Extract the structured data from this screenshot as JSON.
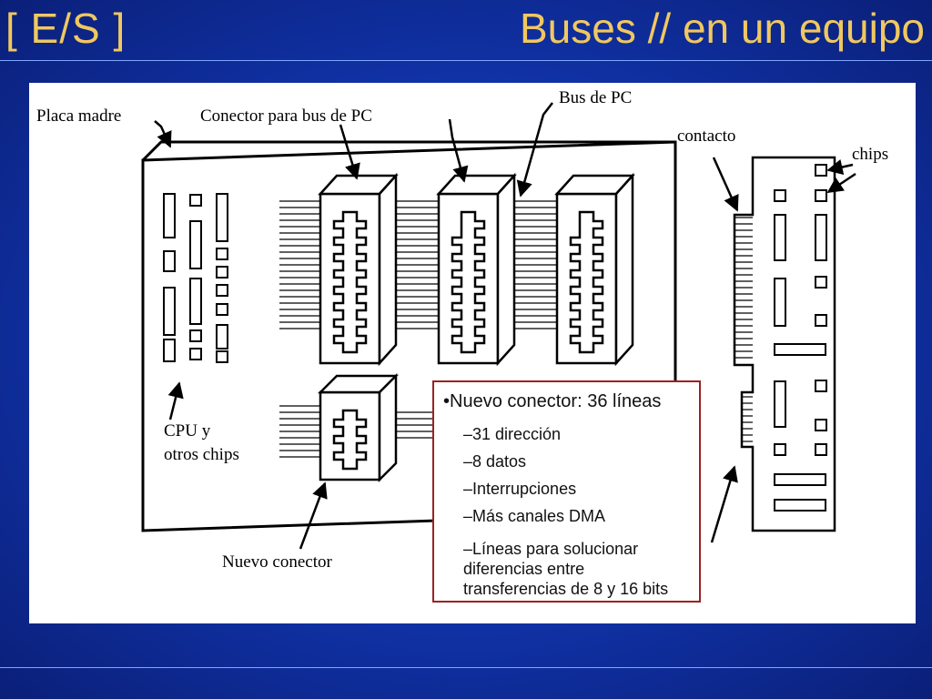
{
  "header": {
    "section": "[ E/S ]",
    "title": "Buses // en un equipo"
  },
  "diagram": {
    "labels": {
      "placa_madre": "Placa madre",
      "conector_bus": "Conector para bus de PC",
      "bus_pc": "Bus de PC",
      "contacto": "contacto",
      "chips": "chips",
      "cpu_line1": "CPU y",
      "cpu_line2": "otros chips",
      "nuevo_conector": "Nuevo conector"
    }
  },
  "info": {
    "head": "•Nuevo conector: 36 líneas",
    "items": [
      "–31 dirección",
      "–8 datos",
      "–Interrupciones",
      "–Más canales DMA",
      "–Líneas  para solucionar\ndiferencias entre\ntransferencias de 8 y 16 bits"
    ]
  },
  "colors": {
    "title": "#f0c860",
    "background": "#1236b0",
    "box_border": "#9a2222"
  }
}
